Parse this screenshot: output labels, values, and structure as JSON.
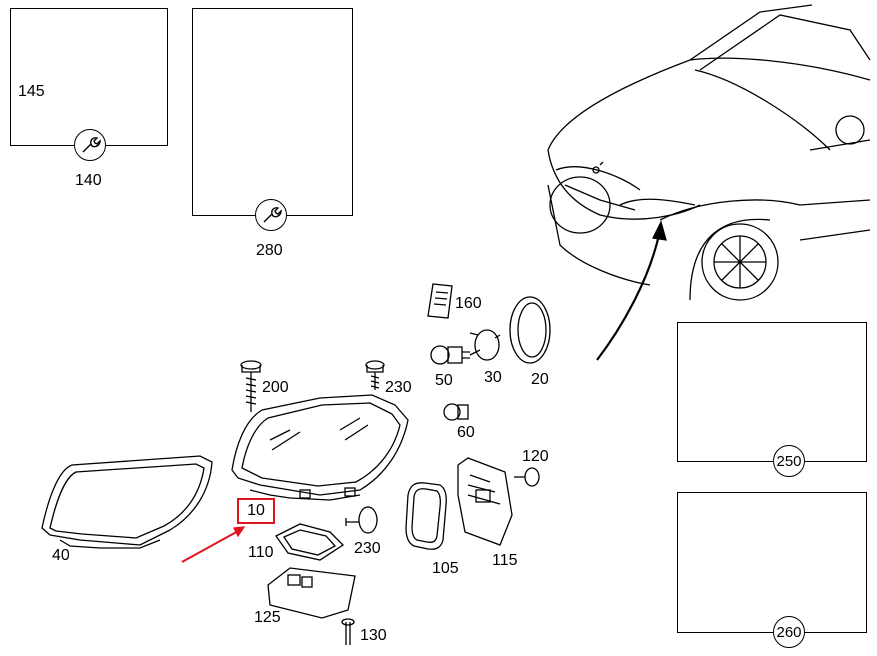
{
  "colors": {
    "line": "#000000",
    "highlight": "#e0141e",
    "background": "#ffffff"
  },
  "icons": {
    "wrench": "wrench-icon"
  },
  "insets": {
    "kit_140": {
      "title": "140",
      "part": "145"
    },
    "kit_280": {
      "title": "280"
    },
    "kit_250": {
      "title": "250"
    },
    "kit_260": {
      "title": "260"
    }
  },
  "parts": {
    "p10": "10",
    "p20": "20",
    "p30": "30",
    "p40": "40",
    "p50": "50",
    "p60": "60",
    "p105": "105",
    "p110": "110",
    "p115": "115",
    "p120": "120",
    "p125": "125",
    "p130": "130",
    "p160": "160",
    "p200": "200",
    "p230a": "230",
    "p230b": "230"
  }
}
